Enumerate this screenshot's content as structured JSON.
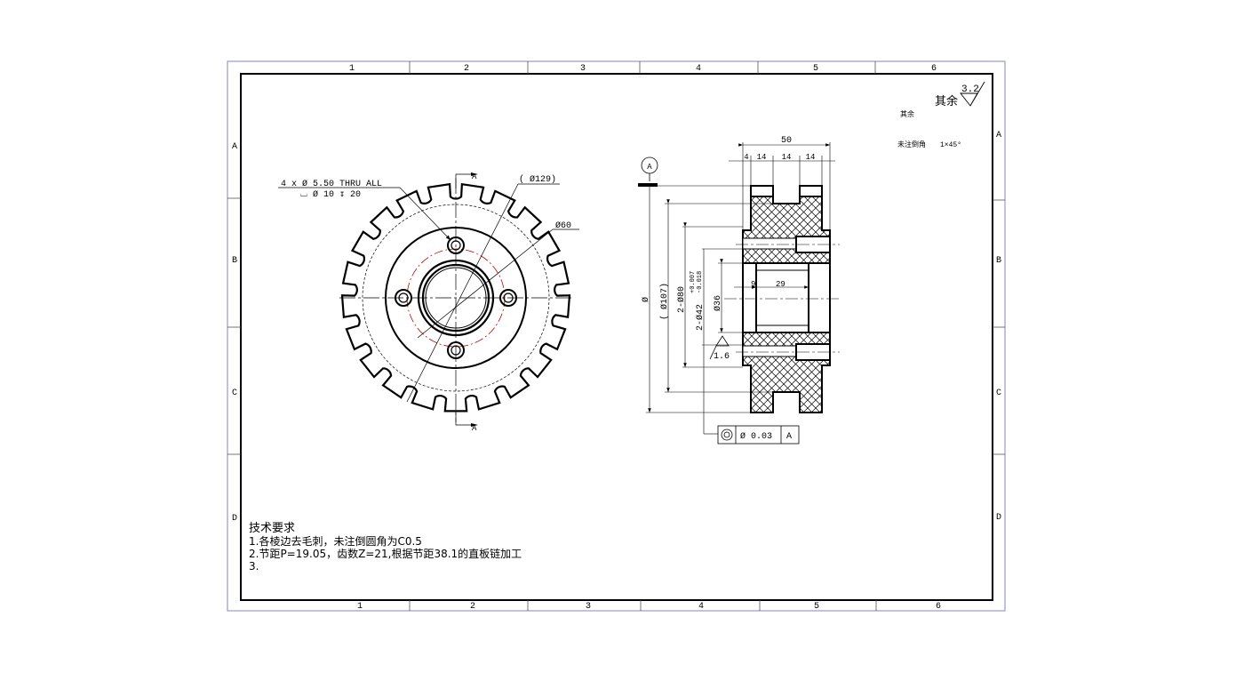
{
  "sheet": {
    "frame": {
      "outer": [
        256,
        69,
        1131,
        687
      ],
      "inner": [
        271,
        83,
        1117,
        675
      ],
      "border_color": "#9a9ac8"
    },
    "column_labels_top": [
      "1",
      "2",
      "3",
      "4",
      "5",
      "6"
    ],
    "column_labels_bottom": [
      "1",
      "2",
      "3",
      "4",
      "5",
      "6"
    ],
    "row_labels_left": [
      "A",
      "B",
      "C",
      "D"
    ],
    "row_labels_right": [
      "A",
      "B",
      "C",
      "D"
    ]
  },
  "surface_finish": {
    "label": "其余",
    "value": "3.2",
    "note_other": "其余",
    "note_chamfer_label": "未注倒角",
    "note_chamfer_value": "1×45°"
  },
  "front_view": {
    "hole_callout_line1": "4 x  Ø 5.50  THRU ALL",
    "hole_callout_line2": "⌴ Ø 10  ↧ 20",
    "diameter_ref": "( Ø129)",
    "diameter_60": "Ø60",
    "section_label_top": "A",
    "section_label_bottom": "A",
    "teeth_count": 21
  },
  "section_view": {
    "datum": "A",
    "dim_overall_width": "50",
    "dim_segments": [
      "4",
      "14",
      "14",
      "14"
    ],
    "dim_bore_step": "9",
    "dim_bore_len": "29",
    "dim_phi": "Ø",
    "dim_ref_107": "( Ø107)",
    "dim_80": "2-Ø80",
    "dim_42": "2-Ø42",
    "tol_upper": "+0.007",
    "tol_lower": "-0.018",
    "dim_36": "Ø36",
    "roughness": "1.6",
    "gdt": {
      "symbol": "concentricity",
      "tolerance": "Ø 0.03",
      "datum": "A"
    }
  },
  "technical_requirements": {
    "title": "技术要求",
    "items": [
      "1.各棱边去毛刺，未注倒圆角为C0.5",
      "2.节距P=19.05，齿数Z=21,根据节距38.1的直板链加工",
      "3."
    ]
  }
}
